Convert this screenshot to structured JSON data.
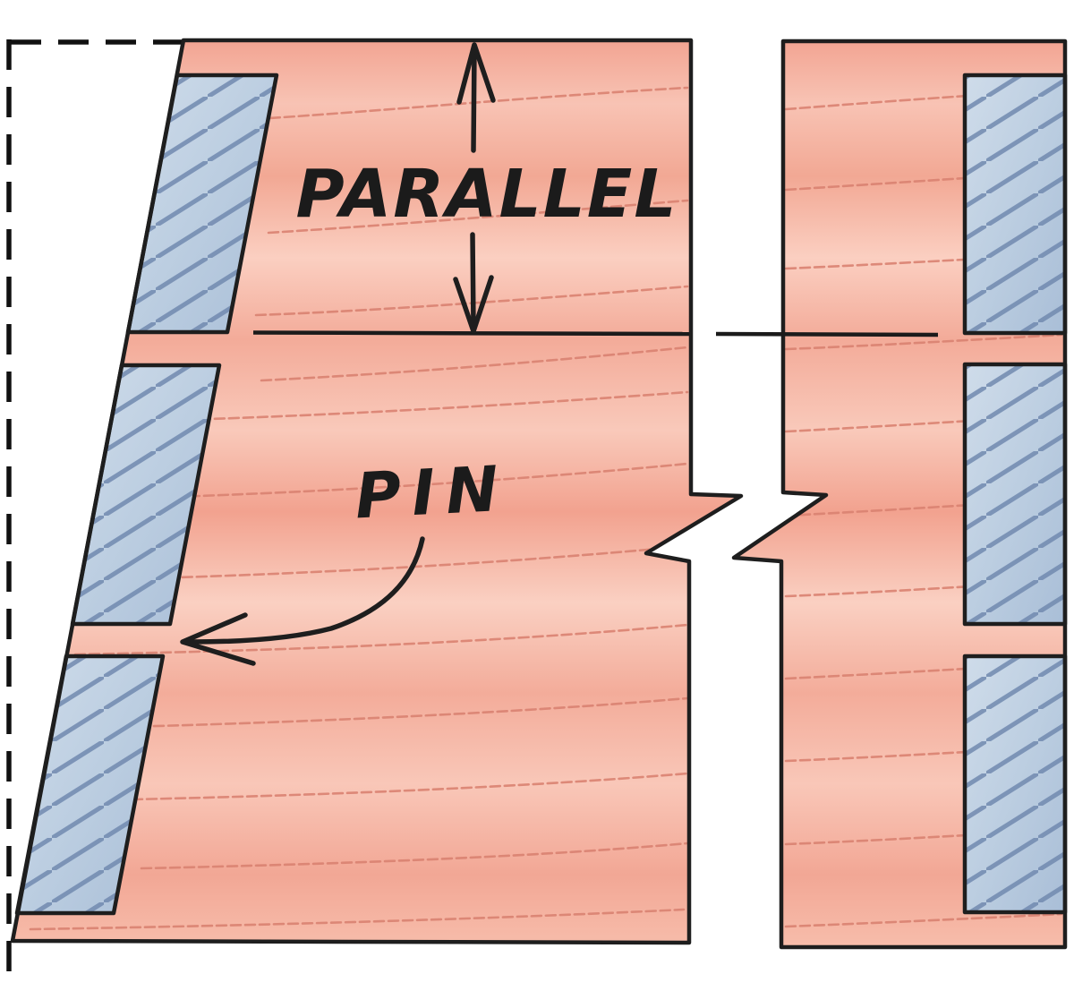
{
  "figure": {
    "title": "dovetail-pin-layout-diagram",
    "labels": {
      "parallel": "PARALLEL",
      "pin": "PIN"
    }
  },
  "colors": {
    "background": "#ffffff",
    "outline": "#1e1e1e",
    "wood_face": "#f3a997",
    "wood_face_light": "#fbd0c3",
    "wood_grain": "#d98271",
    "end_grain_fill": "#b3c6dc",
    "end_grain_light": "#d2deec",
    "end_grain_hatch": "#7189af",
    "annotation_ink": "#1b1b1b"
  }
}
